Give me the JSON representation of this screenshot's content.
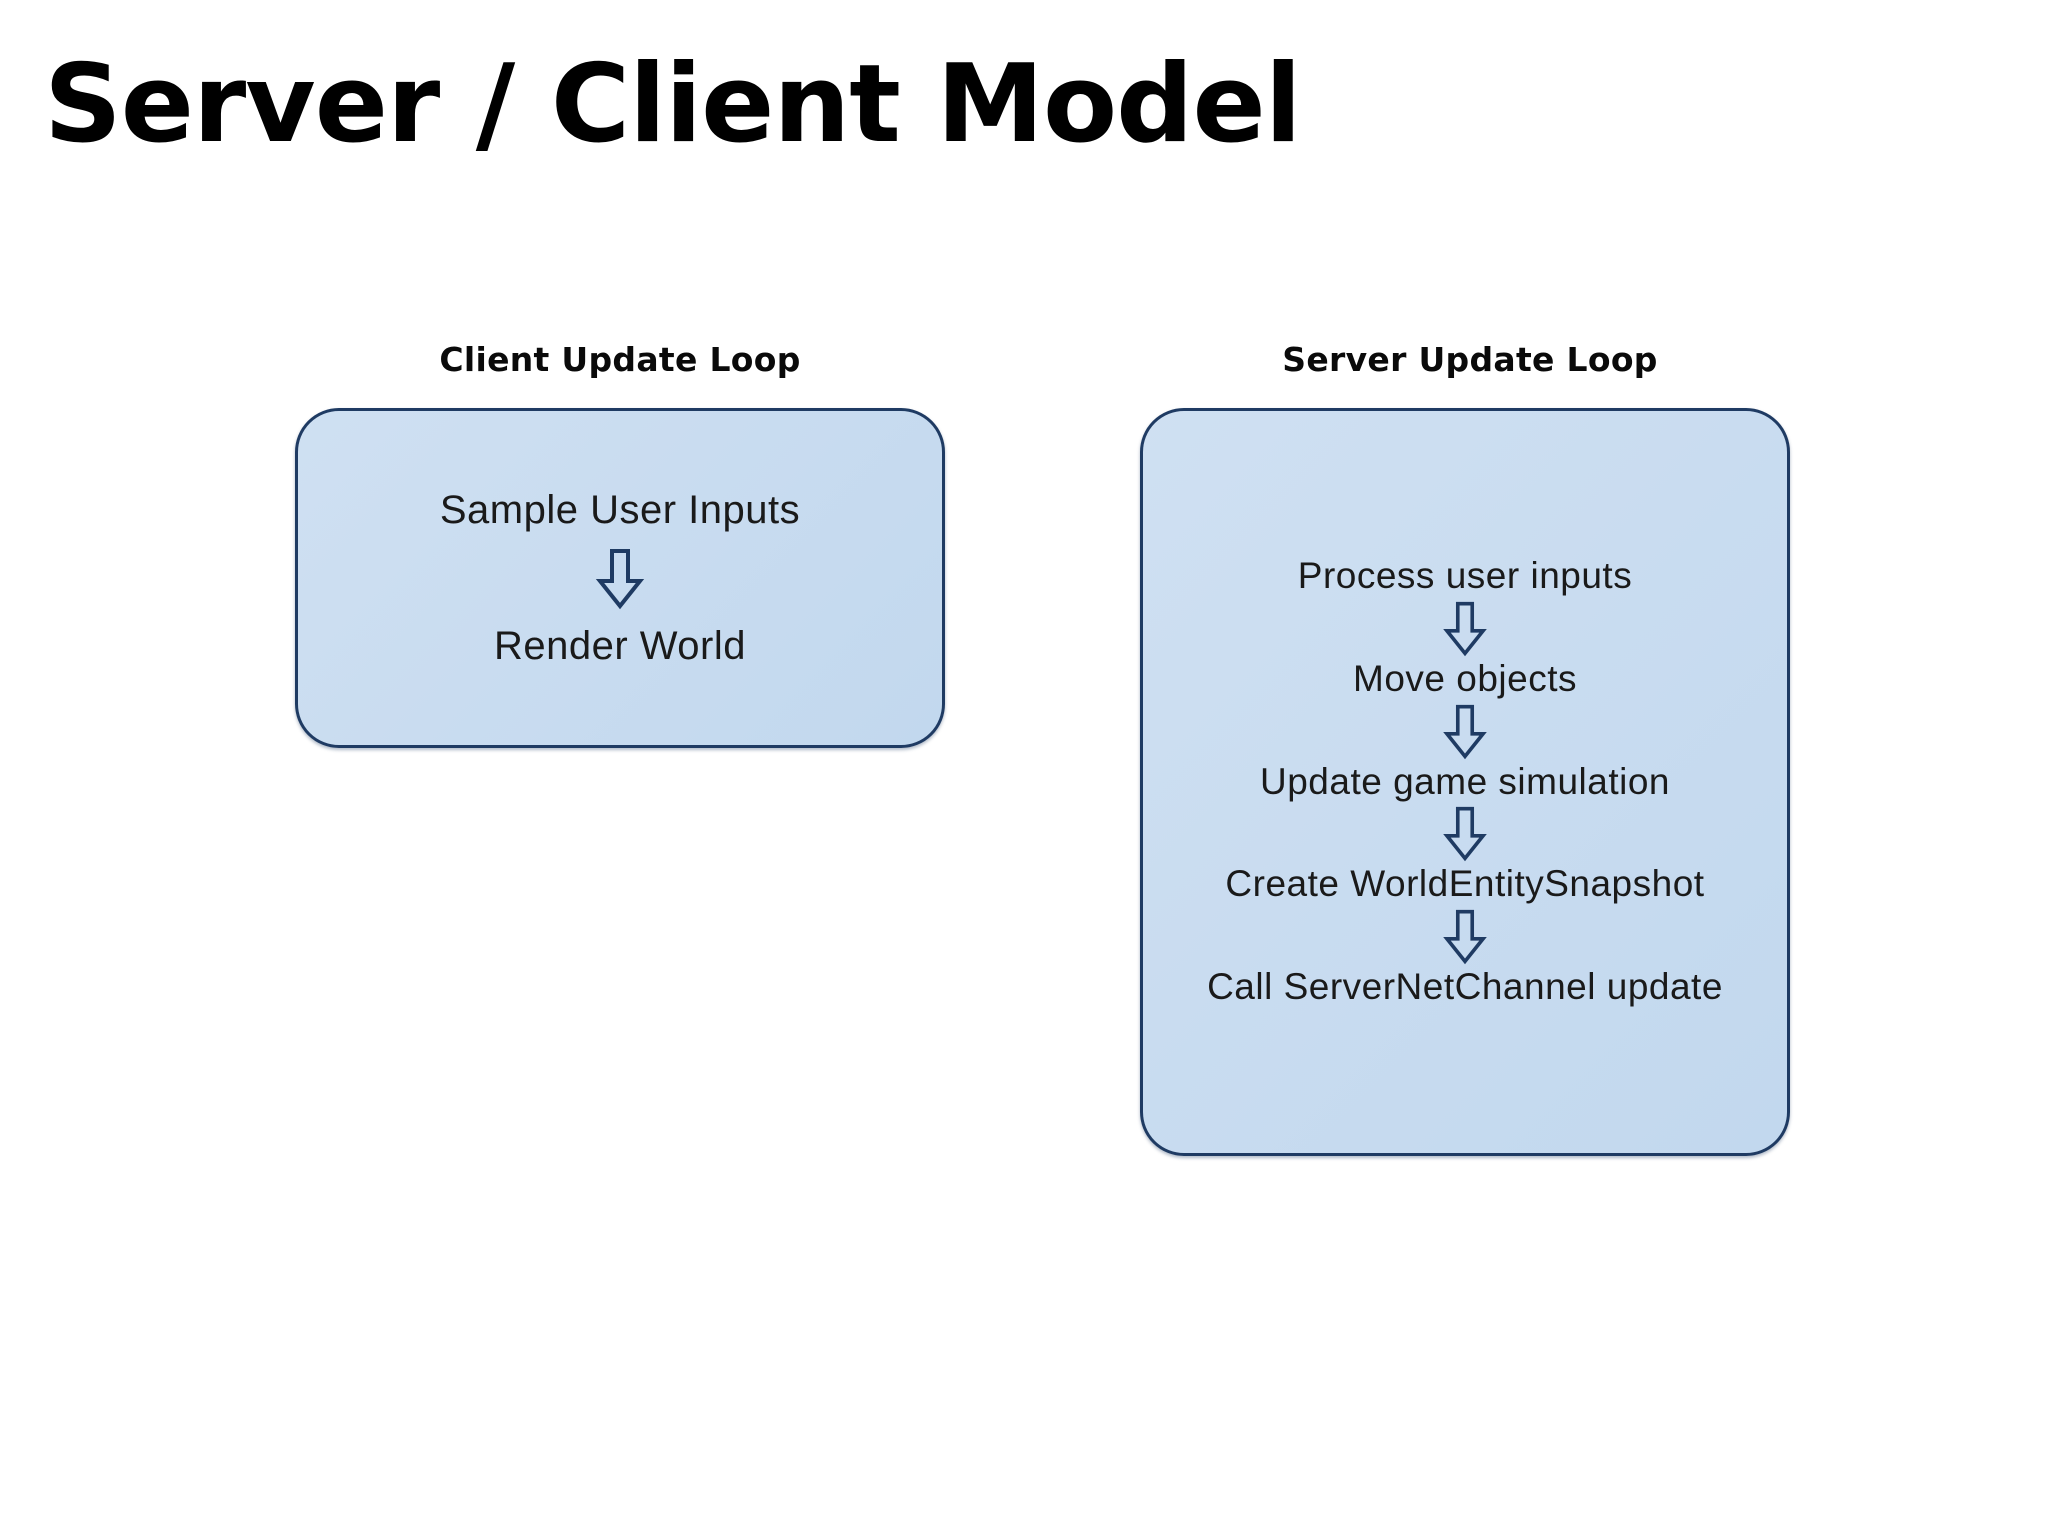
{
  "slide": {
    "title": "Server / Client Model",
    "background_color": "#ffffff",
    "title_color": "#000000"
  },
  "theme": {
    "box_border_color": "#1F3B63",
    "box_fill_color": "#c9dcf0",
    "arrow_color": "#1F3B63",
    "step_text_color": "#1a1a1a",
    "heading_text_color": "#0a0a0a"
  },
  "diagram": {
    "type": "flowchart",
    "groups": [
      {
        "id": "client-update-loop",
        "heading": "Client Update Loop",
        "steps": [
          {
            "label": "Sample User Inputs"
          },
          {
            "label": "Render World"
          }
        ],
        "connector_icon": "down-arrow-icon",
        "connector_count": 1
      },
      {
        "id": "server-update-loop",
        "heading": "Server Update Loop",
        "steps": [
          {
            "label": "Process user inputs"
          },
          {
            "label": "Move objects"
          },
          {
            "label": "Update game simulation"
          },
          {
            "label": "Create WorldEntitySnapshot"
          },
          {
            "label": "Call ServerNetChannel update"
          }
        ],
        "connector_icon": "down-arrow-icon",
        "connector_count": 4
      }
    ]
  }
}
